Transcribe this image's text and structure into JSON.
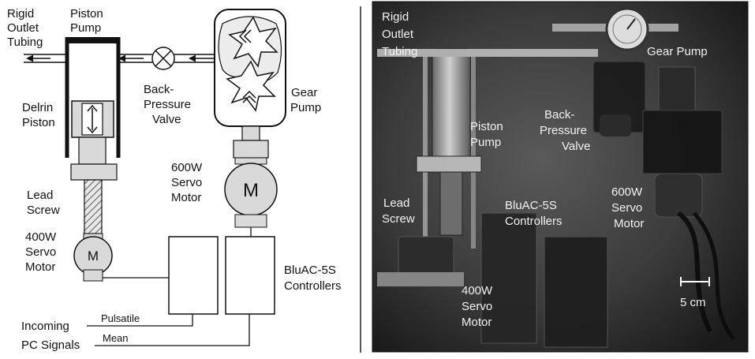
{
  "schematic": {
    "labels": {
      "rigid_outlet_tubing": [
        "Rigid",
        "Outlet",
        "Tubing"
      ],
      "piston_pump": [
        "Piston",
        "Pump"
      ],
      "delrin_piston": [
        "Delrin",
        "Piston"
      ],
      "back_pressure_valve": [
        "Back-",
        "Pressure",
        "Valve"
      ],
      "gear_pump": [
        "Gear",
        "Pump"
      ],
      "servo_600w": [
        "600W",
        "Servo",
        "Motor"
      ],
      "motor_letter_large": "M",
      "lead_screw": [
        "Lead",
        "Screw"
      ],
      "servo_400w": [
        "400W",
        "Servo",
        "Motor"
      ],
      "motor_letter_small": "M",
      "controllers": [
        "BluAC-5S",
        "Controllers"
      ],
      "pulsatile": "Pulsatile",
      "mean": "Mean",
      "incoming_pc_signals": [
        "Incoming",
        "PC Signals"
      ]
    }
  },
  "photo": {
    "labels": {
      "rigid_outlet_tubing": [
        "Rigid",
        "Outlet",
        "Tubing"
      ],
      "gear_pump": "Gear Pump",
      "piston_pump": [
        "Piston",
        "Pump"
      ],
      "back_pressure_valve": [
        "Back-",
        "Pressure",
        "Valve"
      ],
      "lead_screw": [
        "Lead",
        "Screw"
      ],
      "controllers": [
        "BluAC-5S",
        "Controllers"
      ],
      "servo_600w": [
        "600W",
        "Servo",
        "Motor"
      ],
      "servo_400w": [
        "400W",
        "Servo",
        "Motor"
      ],
      "scale_bar": "5 cm"
    }
  }
}
